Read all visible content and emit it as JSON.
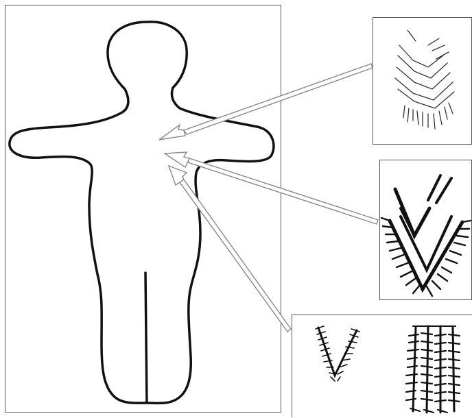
{
  "figure": {
    "outline_color": "#111111",
    "pointer_color": "#888888",
    "pointer_fill": "#ffffff"
  },
  "callouts": [
    {
      "id": "upper-chest",
      "detail": "chevron-lines-light-fringe"
    },
    {
      "id": "mid-chest",
      "detail": "double-chevron-heavy-fringe"
    },
    {
      "id": "lower-chest",
      "detail": "v-fringe-and-striped-panel"
    }
  ],
  "icons": [
    "figurine-outline",
    "callout-arrow",
    "chevron-pattern",
    "fringe-pattern",
    "striped-panel-pattern"
  ]
}
